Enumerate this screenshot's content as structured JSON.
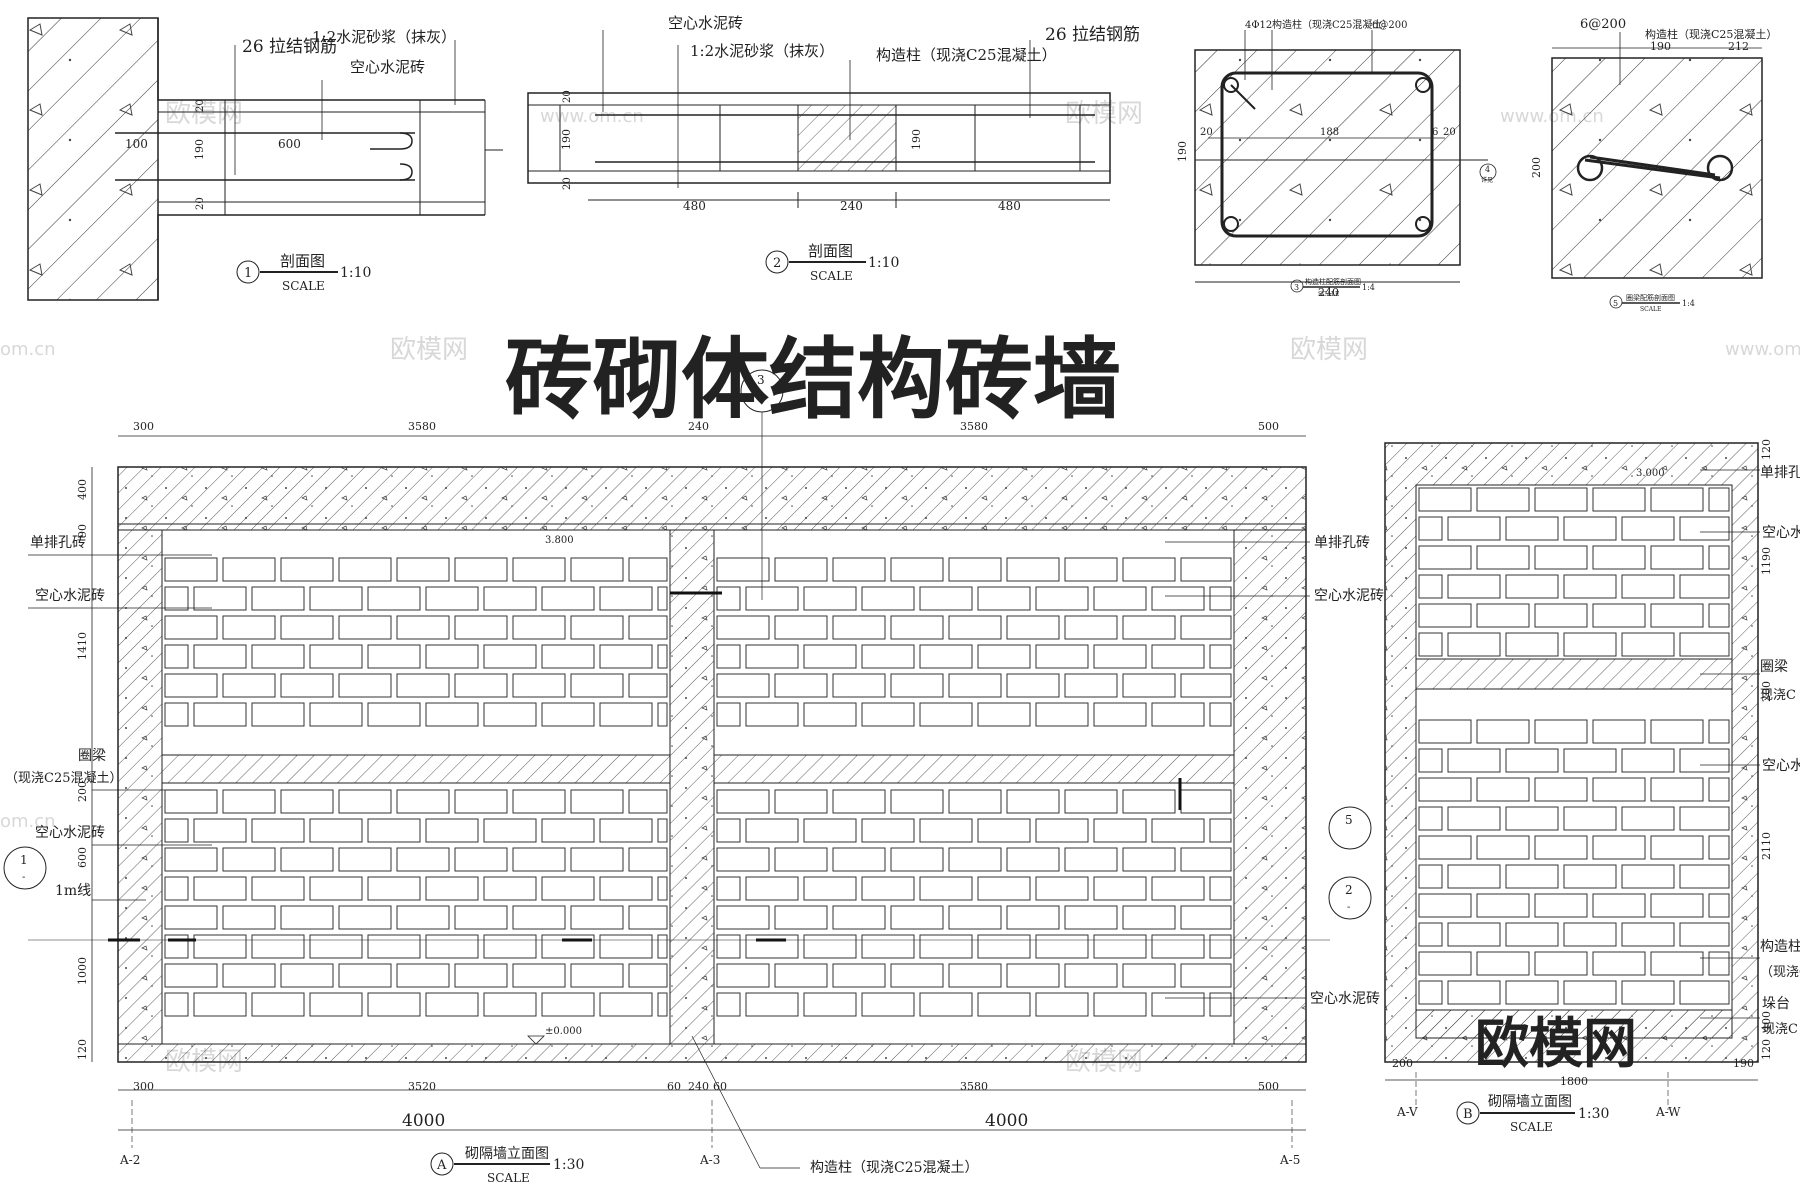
{
  "title": "砖砌体结构砖墙",
  "brand": "欧模网",
  "watermark": {
    "text": "欧模网",
    "url": "www.om.cn",
    "domain": "om.cn"
  },
  "detail1": {
    "num": "1",
    "name": "剖面图",
    "scale_word": "SCALE",
    "scale": "1:10",
    "labels": {
      "rebar": "26 拉结钢筋",
      "mortar": "1:2水泥砂浆（抹灰）",
      "block": "空心水泥砖"
    },
    "dims": {
      "d1": "100",
      "d2": "600",
      "d3": "190",
      "d4": "20",
      "d5": "20"
    }
  },
  "detail2": {
    "num": "2",
    "name": "剖面图",
    "scale_word": "SCALE",
    "scale": "1:10",
    "labels": {
      "block": "空心水泥砖",
      "mortar": "1:2水泥砂浆（抹灰）",
      "column": "构造柱（现浇C25混凝土）",
      "rebar": "26 拉结钢筋"
    },
    "dims": {
      "d1": "480",
      "d2": "240",
      "d3": "480",
      "d4": "190",
      "d5": "190",
      "d6": "20",
      "d7": "20"
    }
  },
  "detail3": {
    "num": "3",
    "name": "构造柱配筋剖面图",
    "scale_word": "SCALE",
    "scale": "1:4",
    "labels": {
      "bar": "4Φ12",
      "column": "构造柱（现浇C25混凝土）",
      "stirrup": "6@200"
    },
    "dims": {
      "w": "240",
      "h": "190",
      "in": "188",
      "c1": "20",
      "c2": "20",
      "c3": "6"
    },
    "marker": {
      "num": "4",
      "text": "详见"
    }
  },
  "detail4": {
    "num": "5",
    "name": "圈梁配筋剖面图",
    "scale_word": "SCALE",
    "scale": "1:4",
    "labels": {
      "stirrup": "6@200",
      "column": "构造柱（现浇C25混凝土）"
    },
    "dims": {
      "w": "190",
      "r": "212",
      "h": "200"
    }
  },
  "elevA": {
    "num": "A",
    "name": "砌隔墙立面图",
    "scale_word": "SCALE",
    "scale": "1:30",
    "top_dims": [
      "300",
      "3580",
      "240",
      "3580",
      "500"
    ],
    "bottom_dims": [
      "300",
      "3520",
      "60",
      "240",
      "60",
      "3580",
      "500"
    ],
    "bays": [
      "4000",
      "4000"
    ],
    "left_dims": [
      "400",
      "90",
      "1410",
      "200",
      "600",
      "1000",
      "120"
    ],
    "axes": [
      "A-2",
      "A-3",
      "A-5"
    ],
    "labels": {
      "single_row": "单排孔砖",
      "block": "空心水泥砖",
      "ring_beam": "圈梁",
      "ring_beam_sub": "（现浇C25混凝土）",
      "line_1m": "1m线",
      "column": "构造柱（现浇C25混凝土）"
    },
    "levels": {
      "top": "3.800",
      "zero": "±0.000"
    },
    "markers": {
      "m3": "3",
      "m5": "5",
      "m1": "1",
      "m2": "2",
      "dash": "-"
    }
  },
  "elevB": {
    "num": "B",
    "name": "砌隔墙立面图",
    "scale_word": "SCALE",
    "scale": "1:30",
    "bottom_dims": [
      "200",
      "1800",
      "190"
    ],
    "right_dims": [
      "120",
      "1190",
      "200",
      "2110",
      "400",
      "120"
    ],
    "axes": [
      "A-V",
      "A-W"
    ],
    "labels": {
      "single_row": "单排孔",
      "block": "空心水",
      "ring_beam": "圈梁",
      "ring_beam_sub": "现浇C",
      "column": "构造柱",
      "column_sub": "（现浇C",
      "base": "垛台",
      "base_sub": "现浇C"
    },
    "levels": {
      "top": "3.000"
    }
  }
}
